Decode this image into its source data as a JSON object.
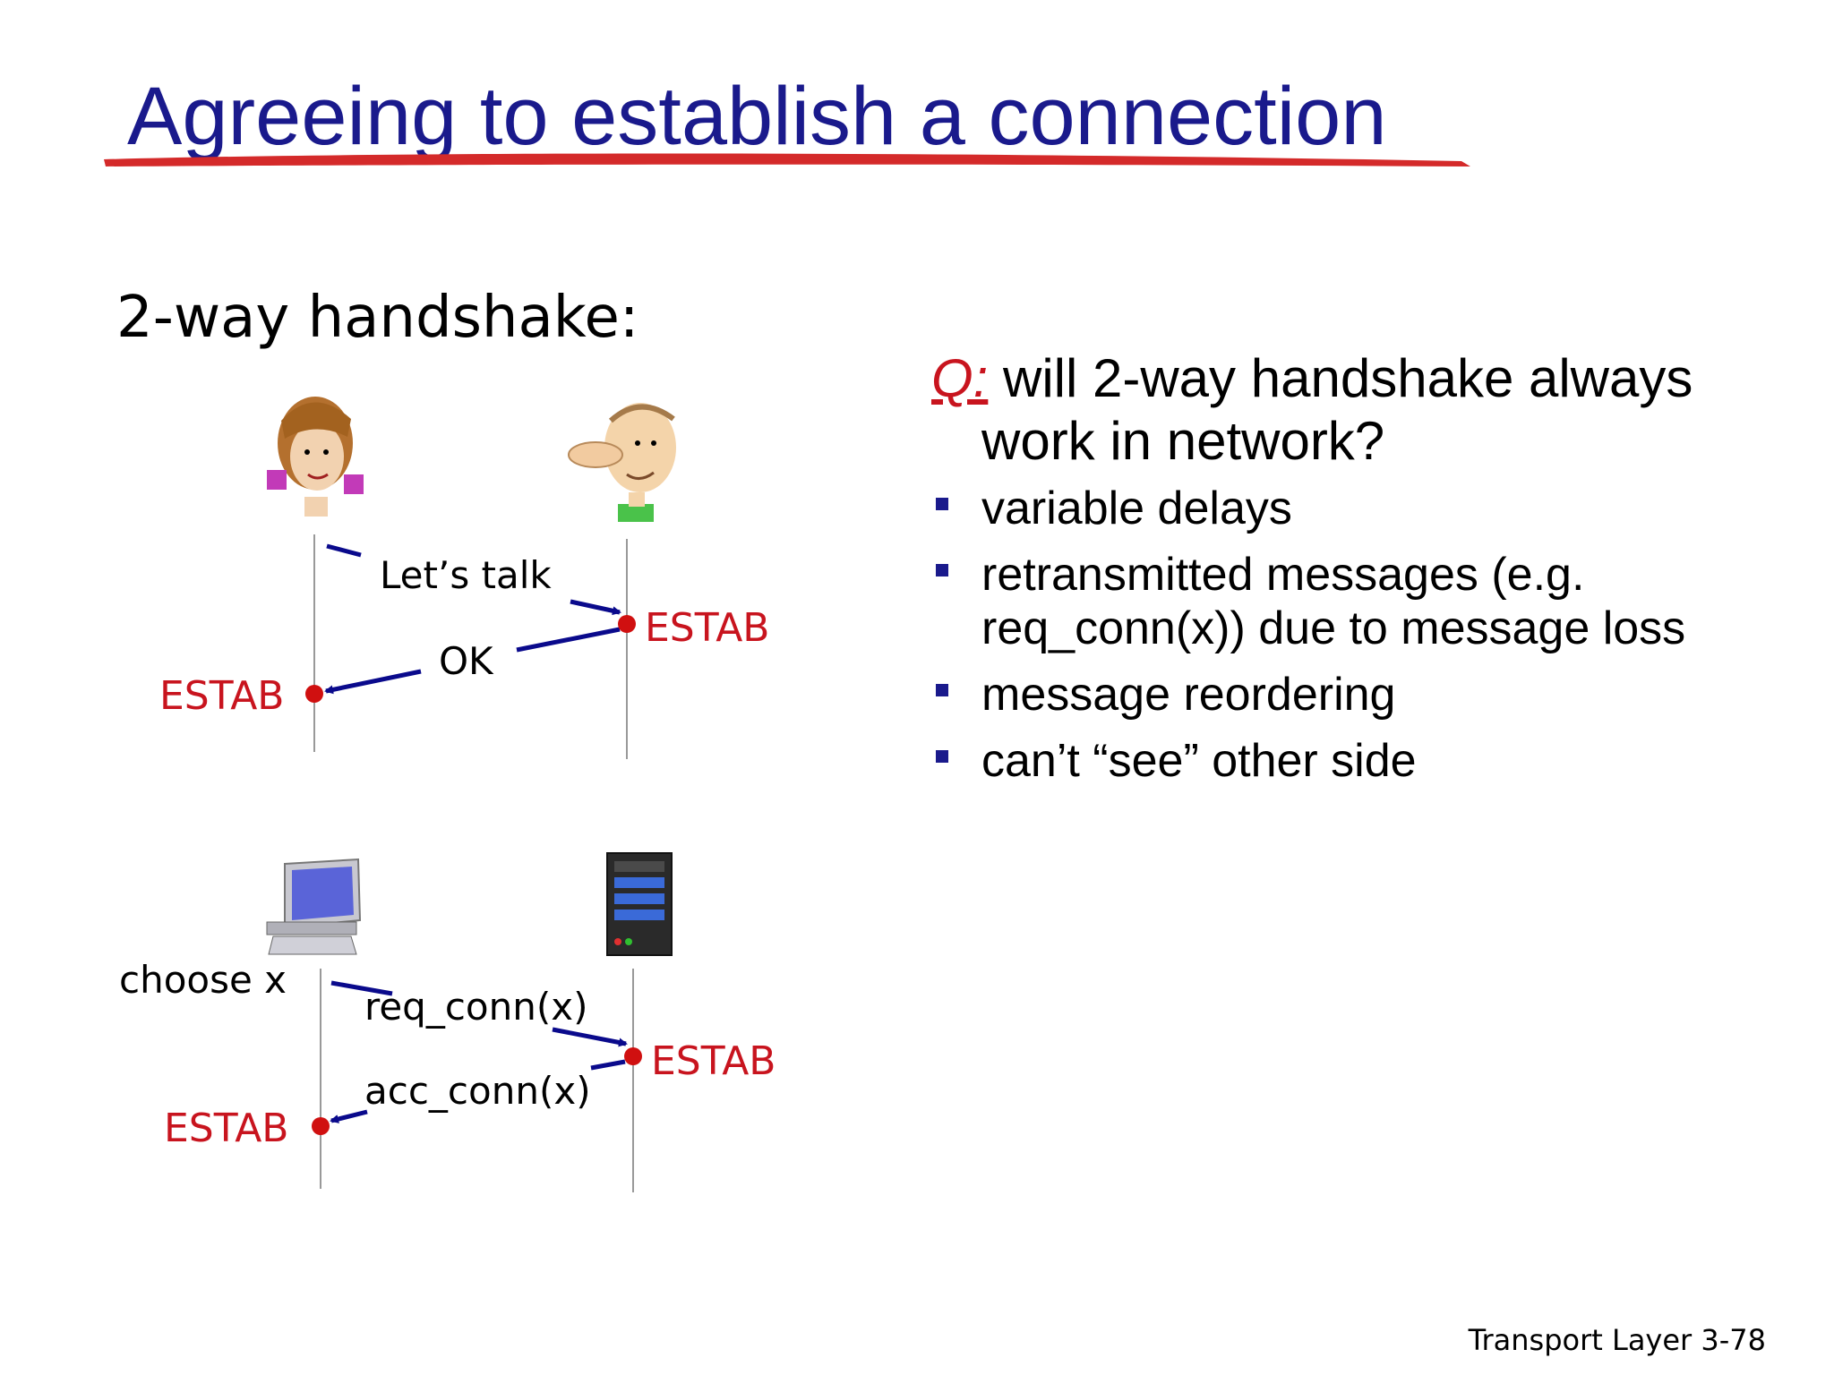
{
  "title": "Agreeing to establish a connection",
  "subtitle": "2-way handshake:",
  "top_diagram": {
    "message_1": "Let’s talk",
    "message_2": "OK",
    "state_right": "ESTAB",
    "state_left": "ESTAB"
  },
  "bottom_diagram": {
    "choose_label": "choose x",
    "message_1": "req_conn(x)",
    "message_2": "acc_conn(x)",
    "state_right": "ESTAB",
    "state_left": "ESTAB"
  },
  "question": {
    "prefix": "Q:",
    "line1": " will 2-way handshake always",
    "line2": "work in network?",
    "bullets": [
      {
        "line1": "variable delays",
        "line2": ""
      },
      {
        "line1": "retransmitted messages (e.g.",
        "line2": "req_conn(x)) due to message loss"
      },
      {
        "line1": "message reordering",
        "line2": ""
      },
      {
        "line1": "can’t “see” other side",
        "line2": ""
      }
    ]
  },
  "footer": {
    "section": "Transport Layer",
    "page": "3-78"
  },
  "colors": {
    "title": "#1a1a8c",
    "accent_red": "#c8141e",
    "arrow": "#0a0a8c"
  }
}
